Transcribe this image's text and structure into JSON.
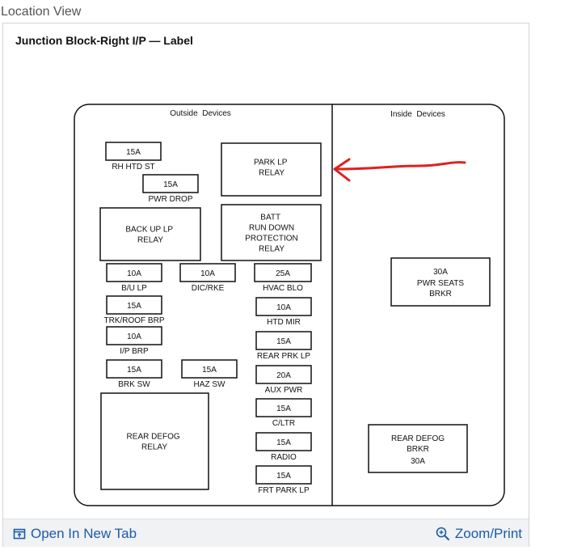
{
  "page": {
    "title": "Location View"
  },
  "panel": {
    "title": "Junction Block-Right I/P — Label"
  },
  "diagram": {
    "outside_label": "Outside  Devices",
    "inside_label": "Inside  Devices",
    "arrow_color": "#e02020",
    "outside_items": [
      {
        "rating": "15A",
        "label": "RH HTD ST"
      },
      {
        "rating": "15A",
        "label": "PWR DROP"
      },
      {
        "rating": "",
        "label": "PARK LP RELAY"
      },
      {
        "rating": "",
        "label": "BACK UP LP RELAY"
      },
      {
        "rating": "",
        "label": "BATT RUN DOWN PROTECTION RELAY"
      },
      {
        "rating": "10A",
        "label": "B/U LP"
      },
      {
        "rating": "10A",
        "label": "DIC/RKE"
      },
      {
        "rating": "25A",
        "label": "HVAC BLO"
      },
      {
        "rating": "15A",
        "label": "TRK/ROOF BRP"
      },
      {
        "rating": "10A",
        "label": "HTD MIR"
      },
      {
        "rating": "10A",
        "label": "I/P BRP"
      },
      {
        "rating": "15A",
        "label": "REAR PRK LP"
      },
      {
        "rating": "15A",
        "label": "BRK SW"
      },
      {
        "rating": "15A",
        "label": "HAZ SW"
      },
      {
        "rating": "20A",
        "label": "AUX PWR"
      },
      {
        "rating": "",
        "label": "REAR DEFOG RELAY"
      },
      {
        "rating": "15A",
        "label": "C/LTR"
      },
      {
        "rating": "15A",
        "label": "RADIO"
      },
      {
        "rating": "15A",
        "label": "FRT PARK LP"
      }
    ],
    "inside_items": [
      {
        "rating": "30A",
        "label": "PWR SEATS BRKR"
      },
      {
        "rating": "30A",
        "label": "REAR DEFOG BRKR"
      }
    ]
  },
  "footer": {
    "open_label": "Open In New Tab",
    "zoom_label": "Zoom/Print",
    "link_color": "#1f5aa6"
  }
}
